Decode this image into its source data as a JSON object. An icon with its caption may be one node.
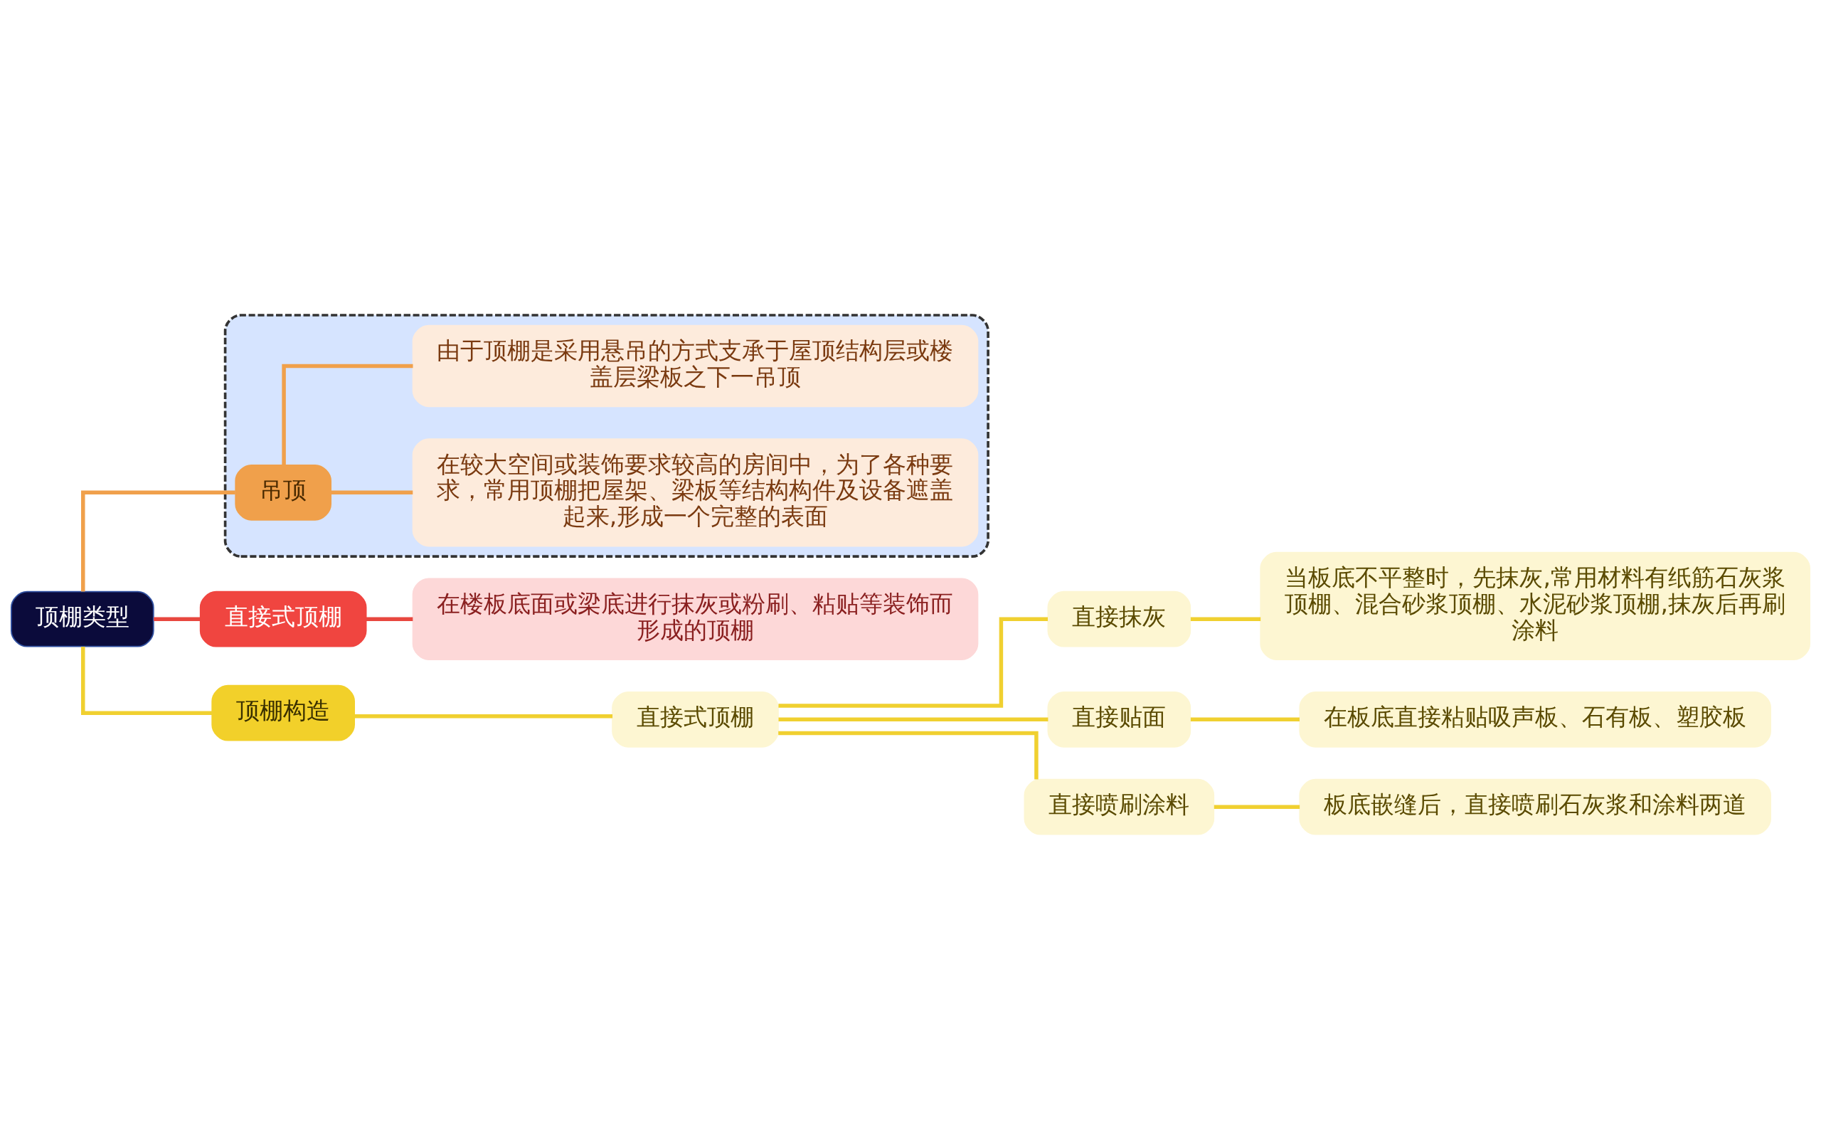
{
  "diagram": {
    "nodes": [
      {
        "text": [
          "顶棚类型"
        ]
      },
      {
        "text": [
          "直接式顶棚"
        ]
      },
      {
        "text": [
          "在楼板底面或梁底进行抹灰或粉刷、粘贴等装饰而形成的顶棚"
        ]
      },
      {
        "text": [],
        "shape": "box"
      },
      {
        "text": [
          "吊顶"
        ],
        "in": 3
      },
      {
        "text": [
          "在较大空间或装饰要求较高的房间中，为了各种要求，常用顶棚把屋架、梁板等结构构件及设备遮盖起来,形成一个完整的表面"
        ],
        "in": 3
      },
      {
        "text": [
          "由于顶棚是采用悬吊的方式支承于屋顶结构层或楼盖层梁板之下一吊顶"
        ],
        "in": 3
      },
      {
        "text": [
          "顶棚构造"
        ]
      },
      {
        "text": [
          "直接式顶棚"
        ]
      },
      {
        "text": [
          "直接抹灰"
        ]
      },
      {
        "text": [
          "当板底不平整时，先抹灰,常用材料有纸筋石灰浆顶棚、混合砂浆顶棚、水泥砂浆顶棚,抹灰后再刷涂料"
        ]
      },
      {
        "text": [
          "直接贴面"
        ]
      },
      {
        "text": [
          "在板底直接粘贴吸声板、石有板、塑胶板"
        ]
      },
      {
        "text": [
          "直接喷刷涂料"
        ]
      },
      {
        "text": [
          "板底嵌缝后，直接喷刷石灰浆和涂料两道"
        ]
      }
    ],
    "edges": [
      {
        "from": 0,
        "to": 1,
        "arrow": "none",
        "color": "#e8473f"
      },
      {
        "from": 1,
        "to": 2,
        "arrow": "none",
        "color": "#e8473f"
      },
      {
        "from": 0,
        "to": 4,
        "arrow": "none",
        "color": "#f0a04b"
      },
      {
        "from": 4,
        "to": 5,
        "arrow": "none",
        "color": "#f0a04b"
      },
      {
        "from": 4,
        "to": 6,
        "arrow": "none",
        "color": "#f0a04b"
      },
      {
        "from": 0,
        "to": 7,
        "arrow": "none"
      },
      {
        "from": 7,
        "to": 8,
        "arrow": "none"
      },
      {
        "from": 8,
        "to": 9,
        "arrow": "none"
      },
      {
        "from": 9,
        "to": 10,
        "arrow": "none"
      },
      {
        "from": 8,
        "to": 11,
        "arrow": "none"
      },
      {
        "from": 11,
        "to": 12,
        "arrow": "none"
      },
      {
        "from": 8,
        "to": 13,
        "arrow": "none"
      },
      {
        "from": 13,
        "to": 14,
        "arrow": "none"
      }
    ]
  }
}
